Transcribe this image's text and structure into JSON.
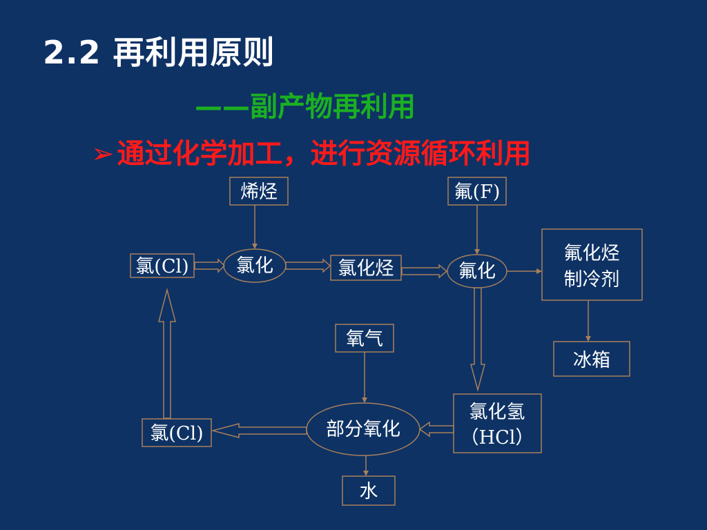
{
  "slide": {
    "title": "2.2  再利用原则",
    "subtitle": "——副产物再利用",
    "bullet_icon": "arrow-bullet-icon",
    "bullet_text": "通过化学加工，进行资源循环利用"
  },
  "colors": {
    "background": "#0e3264",
    "title": "#ffffff",
    "subtitle": "#1bb021",
    "bullet": "#ff1a1a",
    "lines": "#a8805a"
  },
  "diagram": {
    "olefin": "烯烃",
    "fluorine": "氟(F)",
    "chlorine_top": "氯(Cl)",
    "chlorination": "氯化",
    "chlorinated_hydrocarbon": "氯化烃",
    "fluorination": "氟化",
    "refrigerant_line1": "氟化烃",
    "refrigerant_line2": "制冷剂",
    "fridge": "冰箱",
    "oxygen": "氧气",
    "partial_oxidation": "部分氧化",
    "hcl_line1": "氯化氢",
    "hcl_line2": "（HCl）",
    "chlorine_bottom": "氯(Cl)",
    "water": "水"
  }
}
